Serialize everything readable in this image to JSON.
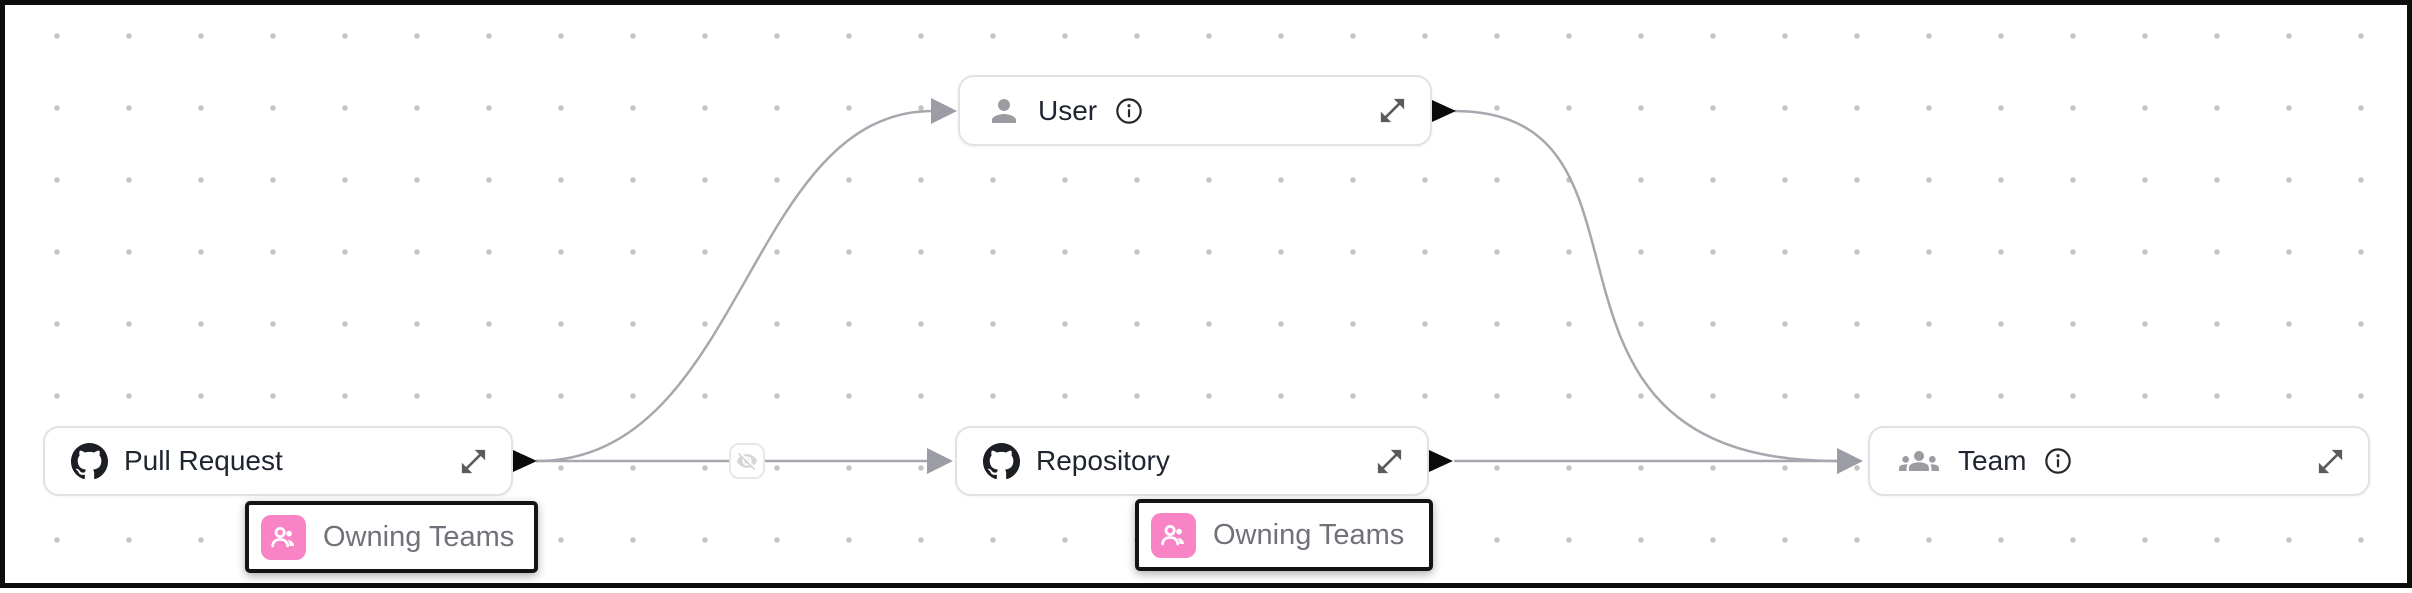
{
  "canvas": {
    "background_color": "#ffffff",
    "grid_dot_color": "#c3c3c6",
    "frame_color": "#0d0d0d",
    "edge_color": "#a7a7af",
    "arrowhead_color": "#9c9ca5",
    "source_handle_color": "#0b0b0b"
  },
  "nodes": [
    {
      "id": "pull-request",
      "label": "Pull Request",
      "icon": "github-icon",
      "has_info_icon": false,
      "has_expand_icon": true
    },
    {
      "id": "user",
      "label": "User",
      "icon": "user-icon",
      "has_info_icon": true,
      "has_expand_icon": true
    },
    {
      "id": "repository",
      "label": "Repository",
      "icon": "github-icon",
      "has_info_icon": false,
      "has_expand_icon": true
    },
    {
      "id": "team",
      "label": "Team",
      "icon": "team-icon",
      "has_info_icon": true,
      "has_expand_icon": true
    }
  ],
  "annotations": [
    {
      "label": "Owning Teams",
      "icon": "owning-teams-icon",
      "icon_color": "#f884c5",
      "attached_to": "pull-request"
    },
    {
      "label": "Owning Teams",
      "icon": "owning-teams-icon",
      "icon_color": "#f884c5",
      "attached_to": "repository"
    }
  ],
  "edges": [
    {
      "from": "pull-request",
      "to": "user",
      "shape": "curve",
      "marker": null
    },
    {
      "from": "pull-request",
      "to": "repository",
      "shape": "straight",
      "marker": "hidden-eye-icon"
    },
    {
      "from": "user",
      "to": "team",
      "shape": "curve",
      "marker": null
    },
    {
      "from": "repository",
      "to": "team",
      "shape": "straight",
      "marker": null
    }
  ]
}
